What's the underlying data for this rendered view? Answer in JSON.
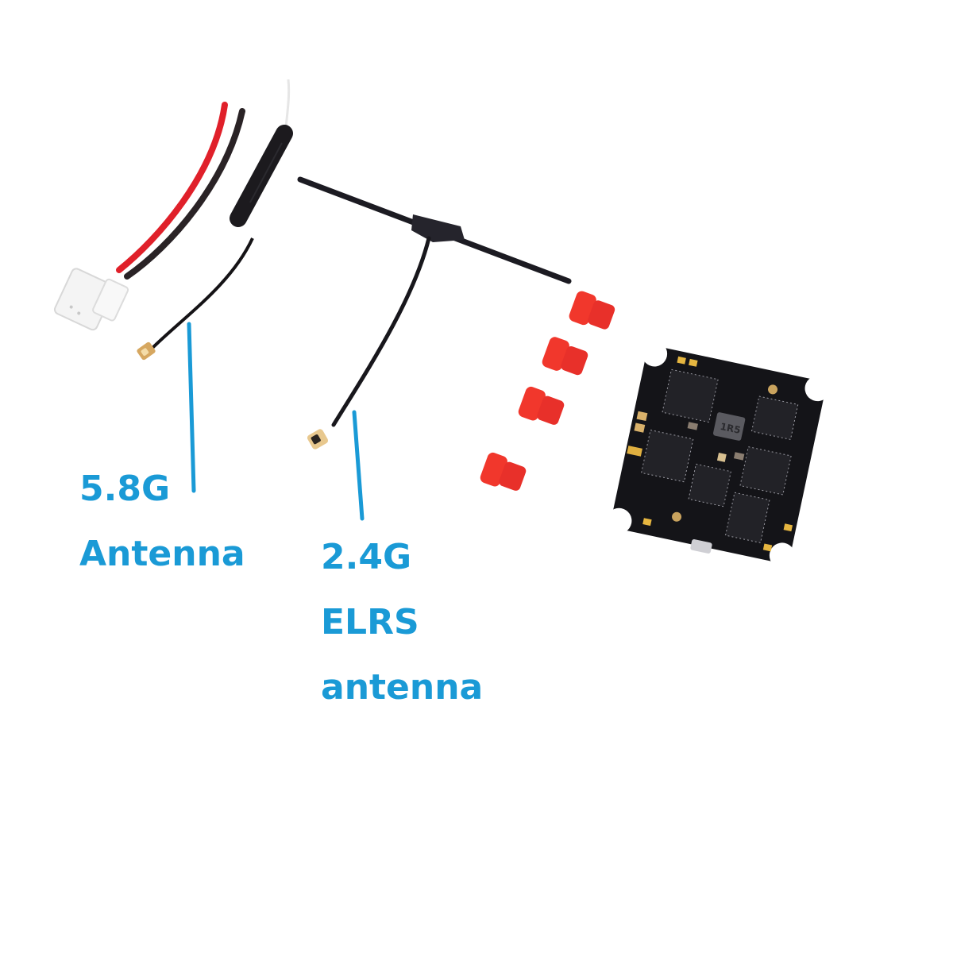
{
  "scene": {
    "type": "product-photo",
    "background": "#ffffff",
    "accent_color": "#1a9ad6"
  },
  "labels": {
    "vtx_antenna": {
      "line1": "5.8G",
      "line2": "Antenna"
    },
    "elrs_antenna": {
      "line1": "2.4G",
      "line2": "ELRS",
      "line3": "antenna"
    }
  },
  "components": [
    {
      "name": "power-lead",
      "description": "red and black wires with white JST connector"
    },
    {
      "name": "5.8g-vtx-antenna",
      "description": "black sleeve dipole antenna with IPEX connector"
    },
    {
      "name": "2.4g-elrs-t-antenna",
      "description": "black T-shaped antenna with IPEX connector"
    },
    {
      "name": "rubber-dampers",
      "count": 4,
      "color": "#f0342c"
    },
    {
      "name": "flight-controller-board",
      "chip_marking": "1R5"
    }
  ]
}
